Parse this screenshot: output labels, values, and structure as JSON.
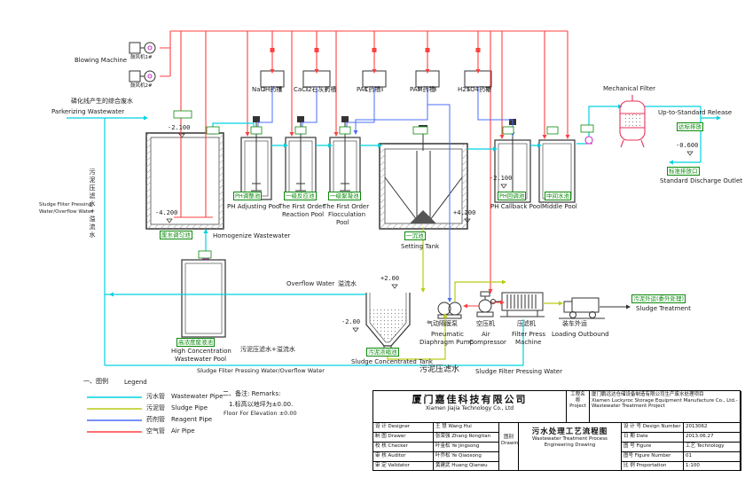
{
  "colors": {
    "pump_magenta": "#cc33cc",
    "equipment_red": "#e8335a",
    "tag_green": "#0a8a0a",
    "structure": "#333333"
  },
  "labels": {
    "blowing_machine": "Blowing Machine",
    "blower1": "鼓风机1#",
    "blower2": "鼓风机2#",
    "parkerizing_cn": "磷化线产生的综合废水",
    "parkerizing_en": "Parkerizing Wastewater",
    "left_return_cn": "污泥压滤水+溢流水",
    "left_return_en1": "Sludge Fliter Pressing",
    "left_return_en2": "Water/Overflow Water",
    "tank_naoh": "NaOH药槽",
    "tank_cacl2": "CaCl2石灰药槽",
    "tank_pac": "PAC药槽",
    "tank_pam": "PAM药槽",
    "tank_h2so4": "H2SO4药槽",
    "pool_homogenize_cn": "废水调匀池",
    "pool_homogenize_en": "Homogenize Wastewater",
    "pool_ph_cn": "PH调整池",
    "pool_ph_en": "PH Adjusting Pool",
    "pool_react_cn": "一级反应池",
    "pool_react_en1": "The First Order",
    "pool_react_en2": "Reaction Pool",
    "pool_floc_cn": "一级絮凝池",
    "pool_floc_en1": "The First Order",
    "pool_floc_en2": "Flocculation",
    "pool_floc_en3": "Pool",
    "pool_setting_cn": "一沉池",
    "pool_setting_en": "Setting Tank",
    "pool_callback_cn": "PH回调池",
    "pool_callback_en": "PH Callback Pool",
    "pool_middle_cn": "中间水池",
    "pool_middle_en": "Middle Pool",
    "mech_filter": "Mechanical Filter",
    "up_to_standard": "Up-to-Standard Release",
    "standard_release_cn": "达标排放",
    "standard_outlet_cn": "标准排放口",
    "standard_outlet_en": "Standard Discharge Outlet",
    "high_pool_cn": "高浓度废液池",
    "high_pool_en1": "High Concentration",
    "high_pool_en2": "Wastewater Pool",
    "overflow_en": "Overflow Water",
    "overflow_cn": "溢流水",
    "sludge_tank_cn": "污泥浓缩池",
    "sludge_tank_en": "Sludge Concentrated Tank",
    "bottom_mix_cn": "污泥压滤水+溢流水",
    "bottom_mix_en": "Sludge Fliter Pressing Water/Overflow Water",
    "pneumatic_cn": "气动隔膜泵",
    "pneumatic_en1": "Pneumatic",
    "pneumatic_en2": "Diaphragm Pump",
    "compressor_cn": "空压机",
    "compressor_en1": "Air",
    "compressor_en2": "Compressor",
    "press_cn": "压滤机",
    "press_en1": "Filter Press",
    "press_en2": "Machine",
    "loading_cn": "装车外运",
    "loading_en": "Loading Outbound",
    "sludge_out_cn": "污泥外运(委外处理)",
    "sludge_out_en": "Sludge Treatment",
    "press_water_cn": "污泥压滤水",
    "press_water_en": "Sludge Filter Pressing Water",
    "elev_h_top": "-2.100",
    "elev_h_bot": "-4.200",
    "elev_setting": "+4.200",
    "elev_callback": "-2.100",
    "elev_sc_top": "+2.00",
    "elev_sc_bot": "-2.00",
    "elev_outlet": "-0.600"
  },
  "legend": {
    "title_cn": "一、图例",
    "title_en": "Legend",
    "items": [
      {
        "cn": "污水管",
        "en": "Wastewater Pipe",
        "color": "#00d2e0"
      },
      {
        "cn": "污泥管",
        "en": "Sludge Pipe",
        "color": "#b9cc12"
      },
      {
        "cn": "药剂管",
        "en": "Reagent Pipe",
        "color": "#4a6cf7"
      },
      {
        "cn": "空气管",
        "en": "Air Pipe",
        "color": "#ff4040"
      }
    ]
  },
  "remarks": {
    "title": "二、备注: Remarks:",
    "line1": "1.标高以地坪为±0.00.",
    "line2": "Floor For Elevation ±0.00"
  },
  "titleblock": {
    "company_cn": "厦门嘉佳科技有限公司",
    "company_en": "Xiamen Jiajia Technology Co., Ltd",
    "project_label_cn": "工程名称",
    "project_label_en": "Project",
    "project_cn": "厦门鹏远达仓储设备制造有限公司生产废水处理项目",
    "project_en": "Xiamen Luckyroc Storage Equipment Manufacture Co., Ltd.-Wastewater Treatment Project",
    "staff": [
      {
        "label": "设 计 Designer",
        "value": "王 慧 Wang Hui"
      },
      {
        "label": "制 图 Drawer",
        "value": "张荣强 Zhang Rongtian"
      },
      {
        "label": "校 核 Checker",
        "value": "叶金松 Ye Jingsong"
      },
      {
        "label": "审 核 Auditor",
        "value": "叶乔松 Ye Qiaosong"
      },
      {
        "label": "审 定 Validator",
        "value": "黄建武 Huang Qianwu"
      }
    ],
    "drawing_label_cn": "图别",
    "drawing_label_en": "Drawing",
    "title_cn": "污水处理工艺流程图",
    "title_en1": "Wastewater Treatment Process",
    "title_en2": "Engineering Drawing",
    "info": [
      {
        "label": "设 计 号 Design Number",
        "value": "2013062"
      },
      {
        "label": "日 期 Date",
        "value": "2013.06.27"
      },
      {
        "label": "图 号 Figure",
        "value": "工艺 Technology"
      },
      {
        "label": "图号 Figure Number",
        "value": "01"
      },
      {
        "label": "比 例 Proportation",
        "value": "1:100"
      }
    ]
  }
}
